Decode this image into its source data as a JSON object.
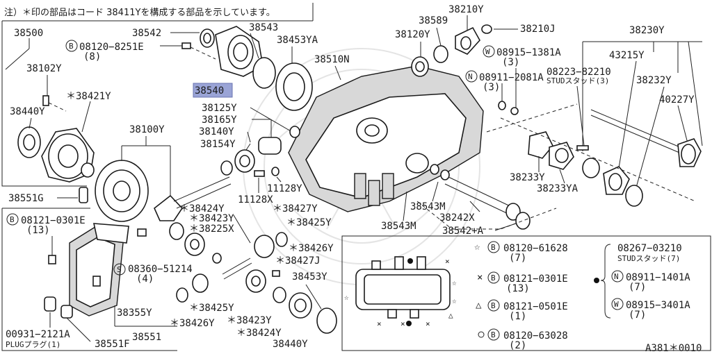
{
  "header_note": "注）＊印の部品はコード 38411Yを構成する部品を示しています。",
  "diagram_id": "A381＊0010",
  "highlight_color": "#9aa4d6",
  "labels": {
    "p38500": "38500",
    "p38102Y": "38102Y",
    "p38421Y": "＊38421Y",
    "p38440Y_l": "38440Y",
    "p38542_t": "38542",
    "p08120_8251E": "08120−8251E",
    "p08120_8251E_q": "(8)",
    "p38540": "38540",
    "p38543": "38543",
    "p38453YA": "38453YA",
    "p38510N": "38510N",
    "p38125Y": "38125Y",
    "p38165Y": "38165Y",
    "p38140Y": "38140Y",
    "p38154Y": "38154Y",
    "p38100Y": "38100Y",
    "p11128Y": "11128Y",
    "p11128X": "11128X",
    "p38551G": "38551G",
    "p38120Y": "38120Y",
    "p38589": "38589",
    "p38210Y": "38210Y",
    "p38210J": "38210J",
    "p08915_1381A": "08915−1381A",
    "p08915_1381A_q": "(3)",
    "p08911_2081A": "08911−2081A",
    "p08911_2081A_q": "(3)",
    "p38230Y": "38230Y",
    "p43215Y": "43215Y",
    "p08223_82210": "08223−82210",
    "p08223_stud": "STUDスタッド(3)",
    "p38232Y": "38232Y",
    "p40227Y": "40227Y",
    "p38233Y": "38233Y",
    "p38233YA": "38233YA",
    "p38543M_a": "38543M",
    "p38543M_b": "38543M",
    "p38242X": "38242X",
    "p38542A": "38542+A",
    "p08121_0301E_l": "08121−0301E",
    "p08121_0301E_l_q": "(13)",
    "p38424Y_a": "＊38424Y",
    "p38423Y_a": "＊38423Y",
    "p38225X": "＊38225X",
    "p38427Y": "＊38427Y",
    "p38425Y_a": "＊38425Y",
    "p38426Y_a": "＊38426Y",
    "p38427J": "＊38427J",
    "p08360_51214": "08360−51214",
    "p08360_51214_q": "(4)",
    "p38453Y": "38453Y",
    "p38355Y": "38355Y",
    "p38425Y_b": "＊38425Y",
    "p38426Y_b": "＊38426Y",
    "p38423Y_b": "＊38423Y",
    "p38424Y_b": "＊38424Y",
    "p38440Y_b": "38440Y",
    "p38551": "38551",
    "p38551F": "38551F",
    "p00931_2121A": "00931−2121A",
    "p00931_plug": "PLUGプラグ(1)"
  },
  "legend": {
    "star": {
      "code": "08120−61628",
      "qty": "(7)"
    },
    "cross": {
      "code": "08121−0301E",
      "qty": "(13)"
    },
    "triangle": {
      "code": "08121−0501E",
      "qty": "(1)"
    },
    "circle": {
      "code": "08120−63028",
      "qty": "(2)"
    },
    "bracket_title": "08267−03210",
    "bracket_sub": "STUDスタッド(7)",
    "n_code": "08911−1401A",
    "n_qty": "(7)",
    "w_code": "08915−3401A",
    "w_qty": "(7)"
  },
  "circle_letters": {
    "b": "B",
    "n": "N",
    "w": "W",
    "s": "S"
  }
}
